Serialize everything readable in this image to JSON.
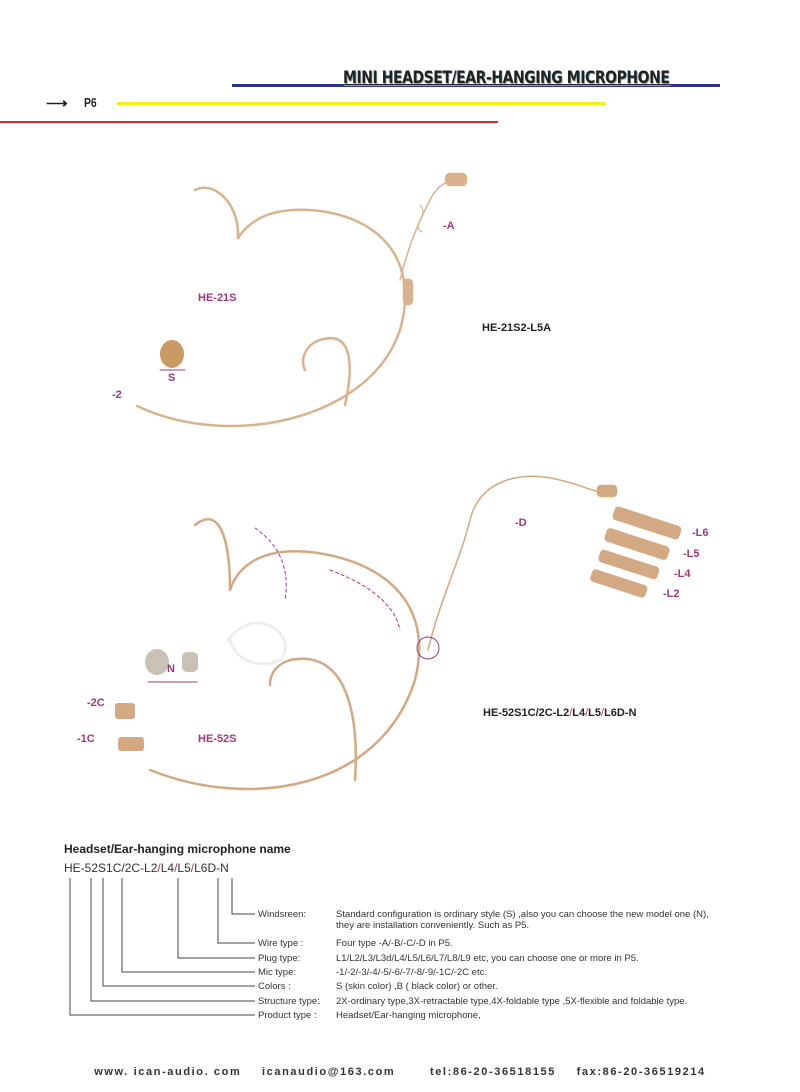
{
  "header": {
    "title": "MINI HEADSET/EAR-HANGING MICROPHONE",
    "arrow": "⟶",
    "page": "P6",
    "colors": {
      "blue": "#2b3391",
      "yellow": "#f5ee10",
      "red": "#e0262b"
    }
  },
  "figure1": {
    "labels": {
      "wire": "-A",
      "series": "HE-21S",
      "windscreen": "S",
      "mic": "-2"
    },
    "model": "HE-21S2-L5A"
  },
  "figure2": {
    "labels": {
      "wire": "-D",
      "plug_l6": "-L6",
      "plug_l5": "-L5",
      "plug_l4": "-L4",
      "plug_l2": "-L2",
      "windscreen": "N",
      "mic_2c": "-2C",
      "mic_1c": "-1C",
      "series": "HE-52S"
    },
    "model": {
      "prefix": "HE-52S1C/2C-L2",
      "s1": "/",
      "p1": "L4",
      "s2": "/",
      "p2": "L5",
      "s3": "/",
      "p3": "L6D-N"
    }
  },
  "naming": {
    "heading": "Headset/Ear-hanging microphone name",
    "code": {
      "a": "HE-52S1C/2C-L2",
      "s1": "/",
      "b": "L4",
      "s2": "/",
      "c": "L5",
      "s3": "/",
      "d": "L6D-N"
    },
    "rows": [
      {
        "label": "Windsreen:",
        "desc": "Standard configuration is ordinary style (S) ,also you can choose the new model one (N),",
        "desc2": "they are installation conveniently. Such as P5."
      },
      {
        "label": "Wire type :",
        "desc": "Four type -A/-B/-C/-D in P5."
      },
      {
        "label": "Plug type:",
        "desc": "L1/L2/L3/L3d/L4/L5/L6/L7/L8/L9 etc, you can choose one or more in P5."
      },
      {
        "label": "Mic type:",
        "desc": "-1/-2/-3/-4/-5/-6/-7/-8/-9/-1C/-2C etc."
      },
      {
        "label": "Colors :",
        "desc": "S (skin color) ,B ( black color) or other."
      },
      {
        "label": "Structure type:",
        "desc": "2X-ordinary type,3X-retractable type,4X-foldable type ,5X-flexible and foldable type."
      },
      {
        "label": "Product type :",
        "desc": "Headset/Ear-hanging  microphone,"
      }
    ]
  },
  "footer": {
    "website": "www. ican-audio. com",
    "email": "icanaudio@163.com",
    "tel": "tel:86-20-36518155",
    "fax": "fax:86-20-36519214"
  }
}
